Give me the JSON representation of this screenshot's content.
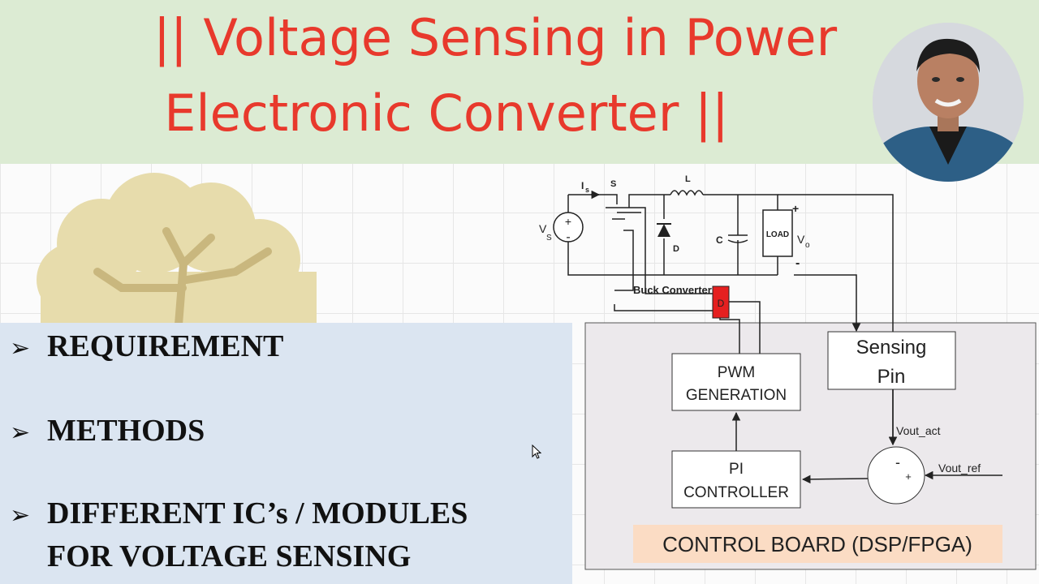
{
  "title": {
    "line1": "|| Voltage Sensing in Power",
    "line2": "Electronic Converter ||"
  },
  "bullets": [
    {
      "lines": [
        "REQUIREMENT"
      ]
    },
    {
      "lines": [
        "METHODS"
      ]
    },
    {
      "lines": [
        "DIFFERENT IC’s / MODULES",
        "FOR VOLTAGE SENSING"
      ]
    }
  ],
  "circuit": {
    "source_label": "V",
    "source_sub": "S",
    "current_label": "I",
    "current_sub": "s",
    "switch_label": "S",
    "inductor_label": "L",
    "diode_label": "D",
    "capacitor_label": "C",
    "load_label": "LOAD",
    "output_label": "V",
    "output_sub": "o",
    "plus": "+",
    "minus": "-",
    "caption": "Buck Converter",
    "driver_label": "D"
  },
  "control": {
    "sensing_pin_line1": "Sensing",
    "sensing_pin_line2": "Pin",
    "pwm_line1": "PWM",
    "pwm_line2": "GENERATION",
    "pi_line1": "PI",
    "pi_line2": "CONTROLLER",
    "vout_act": "Vout_act",
    "vout_ref": "Vout_ref",
    "sum_minus": "-",
    "sum_plus": "+",
    "board_label": "CONTROL BOARD (DSP/FPGA)"
  },
  "colors": {
    "title_red": "#e8392c",
    "banner_green": "#dcebd3",
    "panel_blue": "#dbe5f1",
    "board_grey": "#ece9ec",
    "board_label_bg": "#fbdcc4",
    "driver_red": "#e52020"
  }
}
